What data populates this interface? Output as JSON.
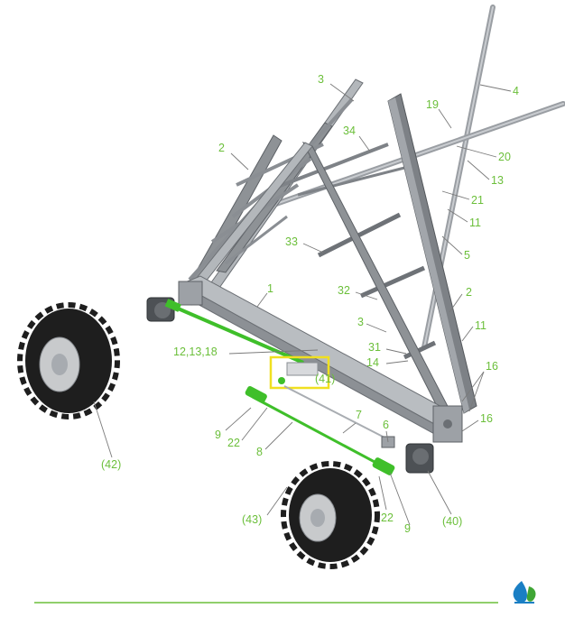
{
  "diagram": {
    "callouts": [
      {
        "id": "c-3-top",
        "text": "3"
      },
      {
        "id": "c-4",
        "text": "4"
      },
      {
        "id": "c-19",
        "text": "19"
      },
      {
        "id": "c-2-left",
        "text": "2"
      },
      {
        "id": "c-34",
        "text": "34"
      },
      {
        "id": "c-20",
        "text": "20"
      },
      {
        "id": "c-13",
        "text": "13"
      },
      {
        "id": "c-21",
        "text": "21"
      },
      {
        "id": "c-11-top",
        "text": "11"
      },
      {
        "id": "c-33",
        "text": "33"
      },
      {
        "id": "c-5",
        "text": "5"
      },
      {
        "id": "c-1",
        "text": "1"
      },
      {
        "id": "c-32",
        "text": "32"
      },
      {
        "id": "c-2-right",
        "text": "2"
      },
      {
        "id": "c-3-mid",
        "text": "3"
      },
      {
        "id": "c-11-mid",
        "text": "11"
      },
      {
        "id": "c-12-13-18",
        "text": "12,13,18"
      },
      {
        "id": "c-31",
        "text": "31"
      },
      {
        "id": "c-14",
        "text": "14"
      },
      {
        "id": "c-16-top",
        "text": "16"
      },
      {
        "id": "c-41",
        "text": "(41)"
      },
      {
        "id": "c-7",
        "text": "7"
      },
      {
        "id": "c-16-bottom",
        "text": "16"
      },
      {
        "id": "c-6",
        "text": "6"
      },
      {
        "id": "c-9-left",
        "text": "9"
      },
      {
        "id": "c-22-left",
        "text": "22"
      },
      {
        "id": "c-8",
        "text": "8"
      },
      {
        "id": "c-42",
        "text": "(42)"
      },
      {
        "id": "c-43",
        "text": "(43)"
      },
      {
        "id": "c-22-right",
        "text": "22"
      },
      {
        "id": "c-9-right",
        "text": "9"
      },
      {
        "id": "c-40",
        "text": "(40)"
      }
    ],
    "colors": {
      "label": "#6bbf3a",
      "highlight": "#f0e020",
      "rule": "#6bbf3a",
      "part_green": "#3fbf2a",
      "frame_dark": "#8e9296",
      "frame_light": "#b3b7bb",
      "tire": "#1e1e1e",
      "rim": "#c8cacc",
      "logo_blue": "#1a7fc4",
      "logo_green": "#3fa535"
    },
    "logo": {
      "icon": "leaf-drop-logo-icon"
    }
  }
}
